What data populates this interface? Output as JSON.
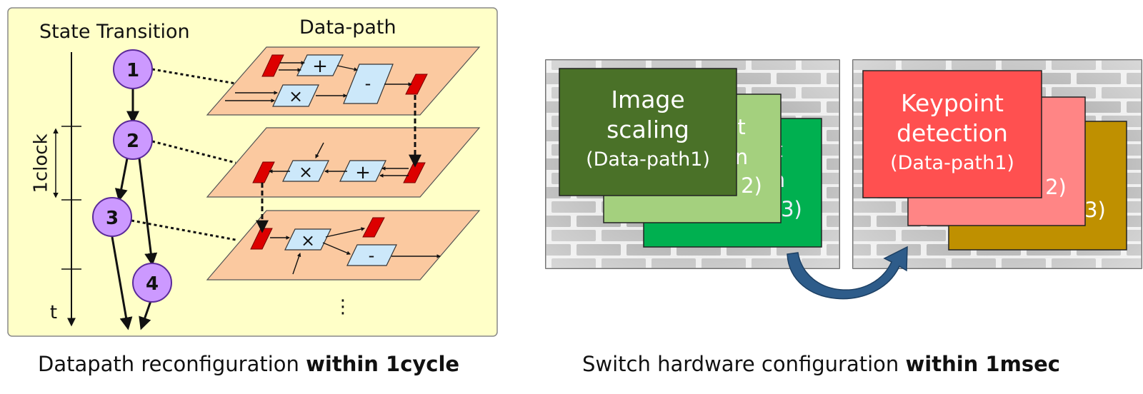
{
  "left_panel": {
    "state_heading": "State Transition",
    "datapath_heading": "Data-path",
    "clock_label": "1clock",
    "time_label": "t",
    "states": [
      "1",
      "2",
      "3",
      "4"
    ],
    "op_plus": "+",
    "op_times": "×",
    "op_minus": "-",
    "ellipsis": "⋮",
    "colors": {
      "panel_bg": "#ffffc8",
      "plane": "#fbc9a0",
      "op_box": "#cce8fa",
      "register": "#dd0000",
      "state_node": "#cc99ff"
    }
  },
  "right_panel": {
    "scaling_stack": {
      "front_title_line1": "Image",
      "front_title_line2": "scaling",
      "front_subtitle": "(Data-path1)",
      "mid_fragment_a": "t",
      "mid_fragment_b": "n",
      "mid_fragment_c": "2)",
      "back_fragment_a": "t",
      "back_fragment_b": "n",
      "back_fragment_c": "3)",
      "colors": {
        "front": "#4a7128",
        "mid": "#a4d07e",
        "back": "#00b050"
      }
    },
    "keypoint_stack": {
      "front_title_line1": "Keypoint",
      "front_title_line2": "detection",
      "front_subtitle": "(Data-path1)",
      "mid_fragment": "2)",
      "back_fragment": "3)",
      "colors": {
        "front": "#ff5050",
        "mid": "#ff8585",
        "back": "#bf9000"
      }
    },
    "arrow_color": "#2e5c8a"
  },
  "captions": {
    "left_normal": "Datapath reconfiguration ",
    "left_bold": "within 1cycle",
    "right_normal": "Switch hardware configuration ",
    "right_bold": "within 1msec"
  }
}
